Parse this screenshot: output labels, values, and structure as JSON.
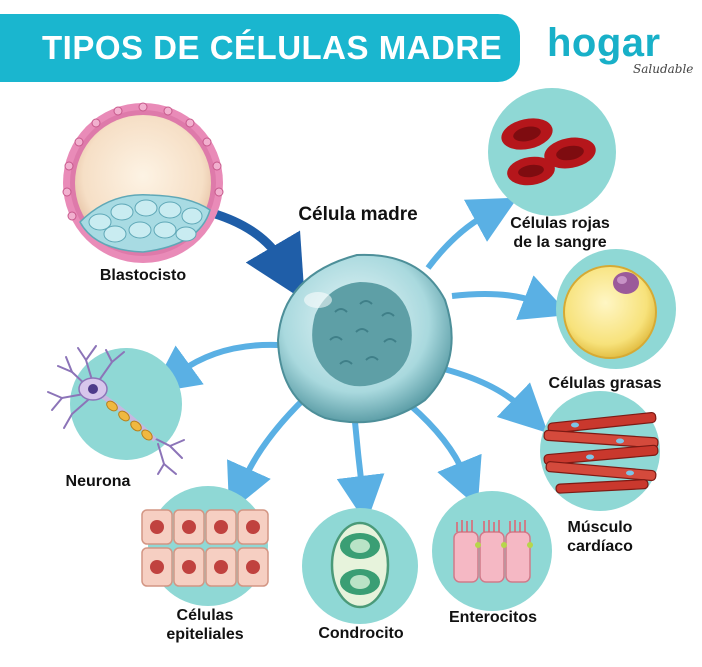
{
  "header": {
    "title": "TIPOS DE CÉLULAS MADRE"
  },
  "logo": {
    "brand": "hogar",
    "tagline": "Saludable"
  },
  "center": {
    "label": "Célula madre"
  },
  "cells": {
    "blastocyst": "Blastocisto",
    "red_blood_cells": "Células rojas\nde la sangre",
    "fat_cells": "Células grasas",
    "cardiac_muscle": "Músculo\ncardíaco",
    "enterocytes": "Enterocitos",
    "chondrocyte": "Condrocito",
    "epithelial": "Células\nepiteliales",
    "neuron": "Neurona"
  },
  "colors": {
    "accent": "#1ab6cf",
    "circle_bg": "#8fd8d5",
    "arrow_blue": "#5ab0e4",
    "arrow_dark": "#1f5ea8",
    "blood_red": "#b5161b",
    "fat_yellow": "#f7e27b",
    "muscle_red": "#c9382d"
  }
}
